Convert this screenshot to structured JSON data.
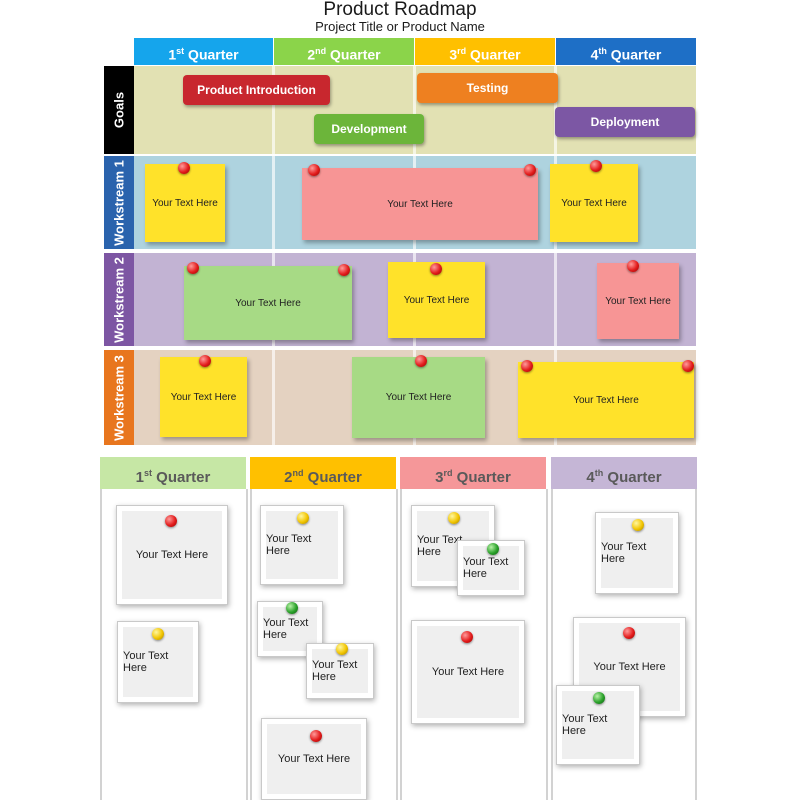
{
  "header": {
    "title": "Product Roadmap",
    "subtitle": "Project Title or Product Name"
  },
  "quarters": [
    {
      "num": "1",
      "sup": "st",
      "label": " Quarter"
    },
    {
      "num": "2",
      "sup": "nd",
      "label": " Quarter"
    },
    {
      "num": "3",
      "sup": "rd",
      "label": " Quarter"
    },
    {
      "num": "4",
      "sup": "th",
      "label": " Quarter"
    }
  ],
  "rows": {
    "goals": "Goals",
    "workstream1": "Workstream 1",
    "workstream2": "Workstream 2",
    "workstream3": "Workstream 3"
  },
  "goals": {
    "product_introduction": "Product Introduction",
    "testing": "Testing",
    "development": "Development",
    "deployment": "Deployment"
  },
  "note_text": "Your Text Here",
  "colors": {
    "q1": "#15a5ec",
    "q2": "#8bd44a",
    "q3": "#ffc000",
    "q4": "#1e6fc6",
    "goals_band": "#e2e1b3",
    "ws1_band": "#aed3df",
    "ws2_band": "#c2b3d3",
    "ws3_band": "#e4d2c1",
    "goals_label": "#000000",
    "ws1_label": "#2a63ad",
    "ws2_label": "#7d56a3",
    "ws3_label": "#e8761e",
    "goal_product_introduction": "#c8272e",
    "goal_testing": "#ee8020",
    "goal_development": "#6cb53a",
    "goal_deployment": "#7c57a4",
    "note_yellow": "#ffe22a",
    "note_pink": "#f79595",
    "note_green": "#a7da85",
    "bq1": "#c6e7a5",
    "bq2": "#ffc000",
    "bq3": "#f59799",
    "bq4": "#c5b6d6"
  }
}
